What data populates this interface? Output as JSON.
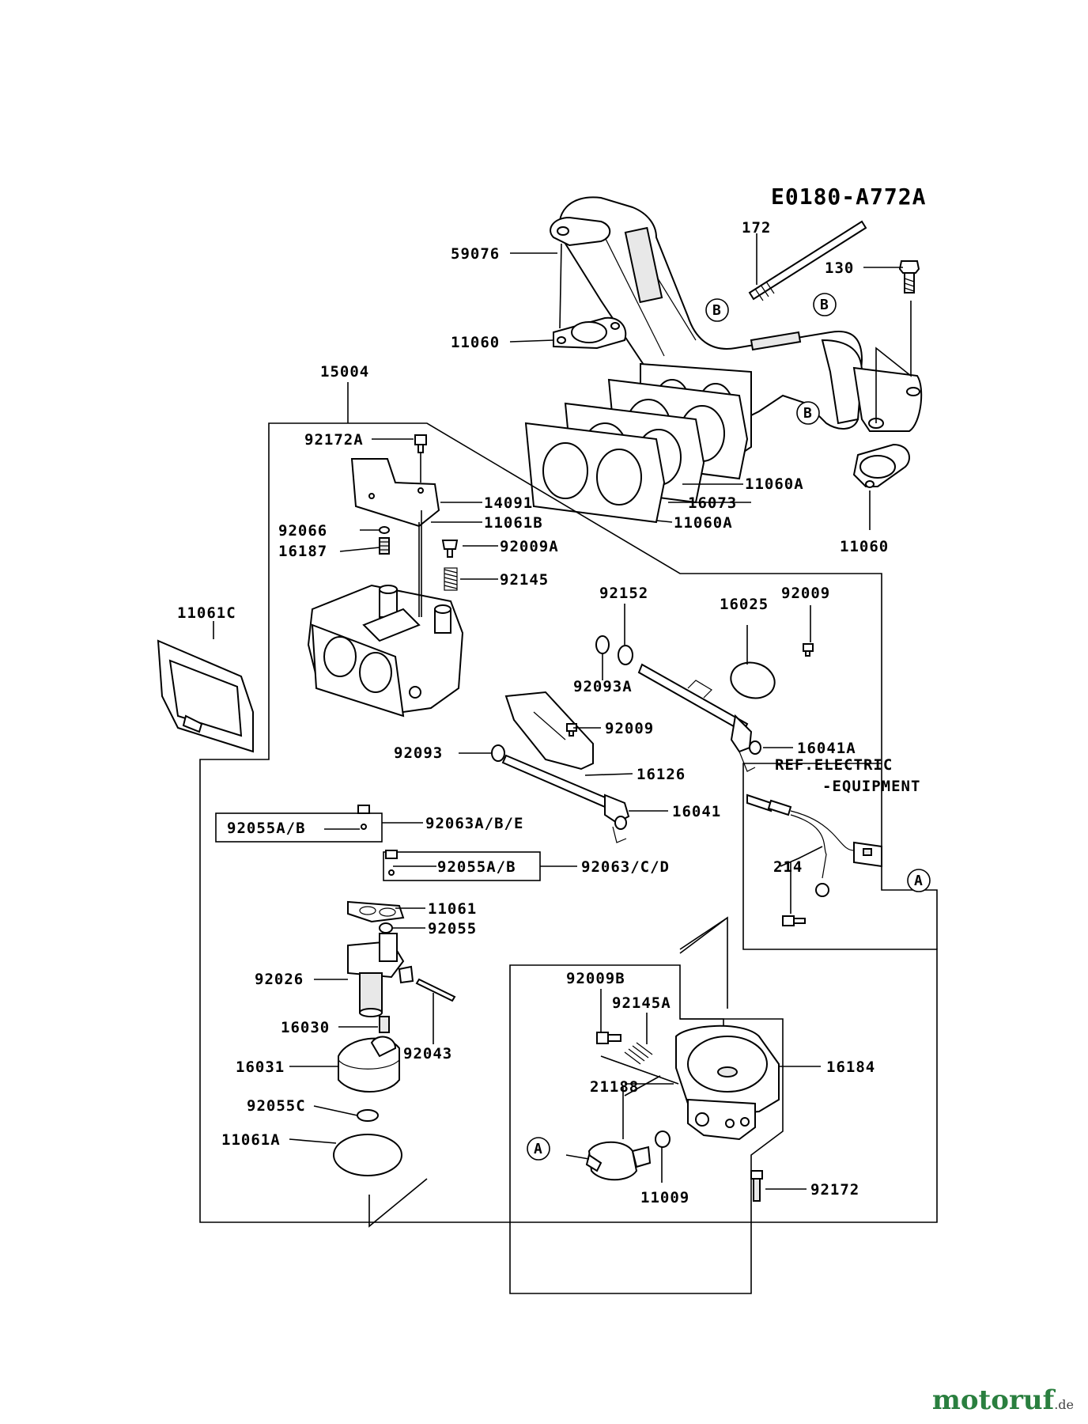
{
  "diagram": {
    "code": "E0180-A772A",
    "ref_label_1": "REF.ELECTRIC",
    "ref_label_2": "-EQUIPMENT",
    "callouts": {
      "A": "A",
      "B": "B"
    },
    "parts": {
      "p59076": "59076",
      "p172": "172",
      "p130": "130",
      "p11060_top": "11060",
      "p11060_right": "11060",
      "p15004": "15004",
      "p92172A": "92172A",
      "p14091": "14091",
      "p11061B": "11061B",
      "p11060A_1": "11060A",
      "p16073": "16073",
      "p11060A_2": "11060A",
      "p92066": "92066",
      "p16187": "16187",
      "p92009A": "92009A",
      "p92145": "92145",
      "p11061C": "11061C",
      "p92152": "92152",
      "p16025": "16025",
      "p92009_a": "92009",
      "p92093A": "92093A",
      "p92009_b": "92009",
      "p16041A": "16041A",
      "p92093": "92093",
      "p16126": "16126",
      "p16041": "16041",
      "p92055AB_1": "92055A/B",
      "p92063ABE": "92063A/B/E",
      "p92055AB_2": "92055A/B",
      "p92063CD": "92063/C/D",
      "p11061": "11061",
      "p92055": "92055",
      "p92026": "92026",
      "p16030": "16030",
      "p92043": "92043",
      "p16031": "16031",
      "p92055C": "92055C",
      "p11061A": "11061A",
      "p214": "214",
      "p92009B": "92009B",
      "p92145A": "92145A",
      "p16184": "16184",
      "p21188": "21188",
      "p11009": "11009",
      "p92172": "92172"
    }
  },
  "watermark": {
    "brand": "motoruf",
    "suffix": ".de"
  }
}
